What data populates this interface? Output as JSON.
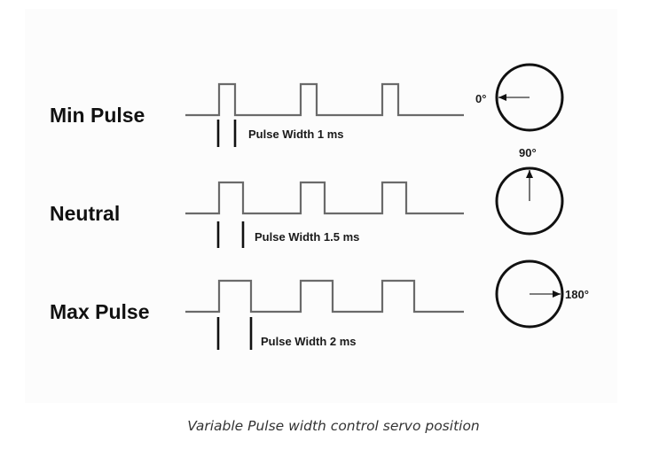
{
  "figure": {
    "caption": "Variable Pulse width control servo position",
    "rows": [
      {
        "label": "Min Pulse",
        "pulse_width_label": "Pulse Width 1 ms",
        "pulse_width_ms": 1,
        "angle_label": "0°",
        "angle_deg": 0,
        "pulses": 3
      },
      {
        "label": "Neutral",
        "pulse_width_label": "Pulse Width 1.5 ms",
        "pulse_width_ms": 1.5,
        "angle_label": "90°",
        "angle_deg": 90,
        "pulses": 3
      },
      {
        "label": "Max Pulse",
        "pulse_width_label": "Pulse Width 2 ms",
        "pulse_width_ms": 2,
        "angle_label": "180°",
        "angle_deg": 180,
        "pulses": 3
      }
    ],
    "colors": {
      "waveform": "#6a6a6a",
      "markers": "#111111",
      "dial": "#111111",
      "text": "#111111",
      "caption": "#333333",
      "figure_background": "#fcfcfc"
    }
  }
}
